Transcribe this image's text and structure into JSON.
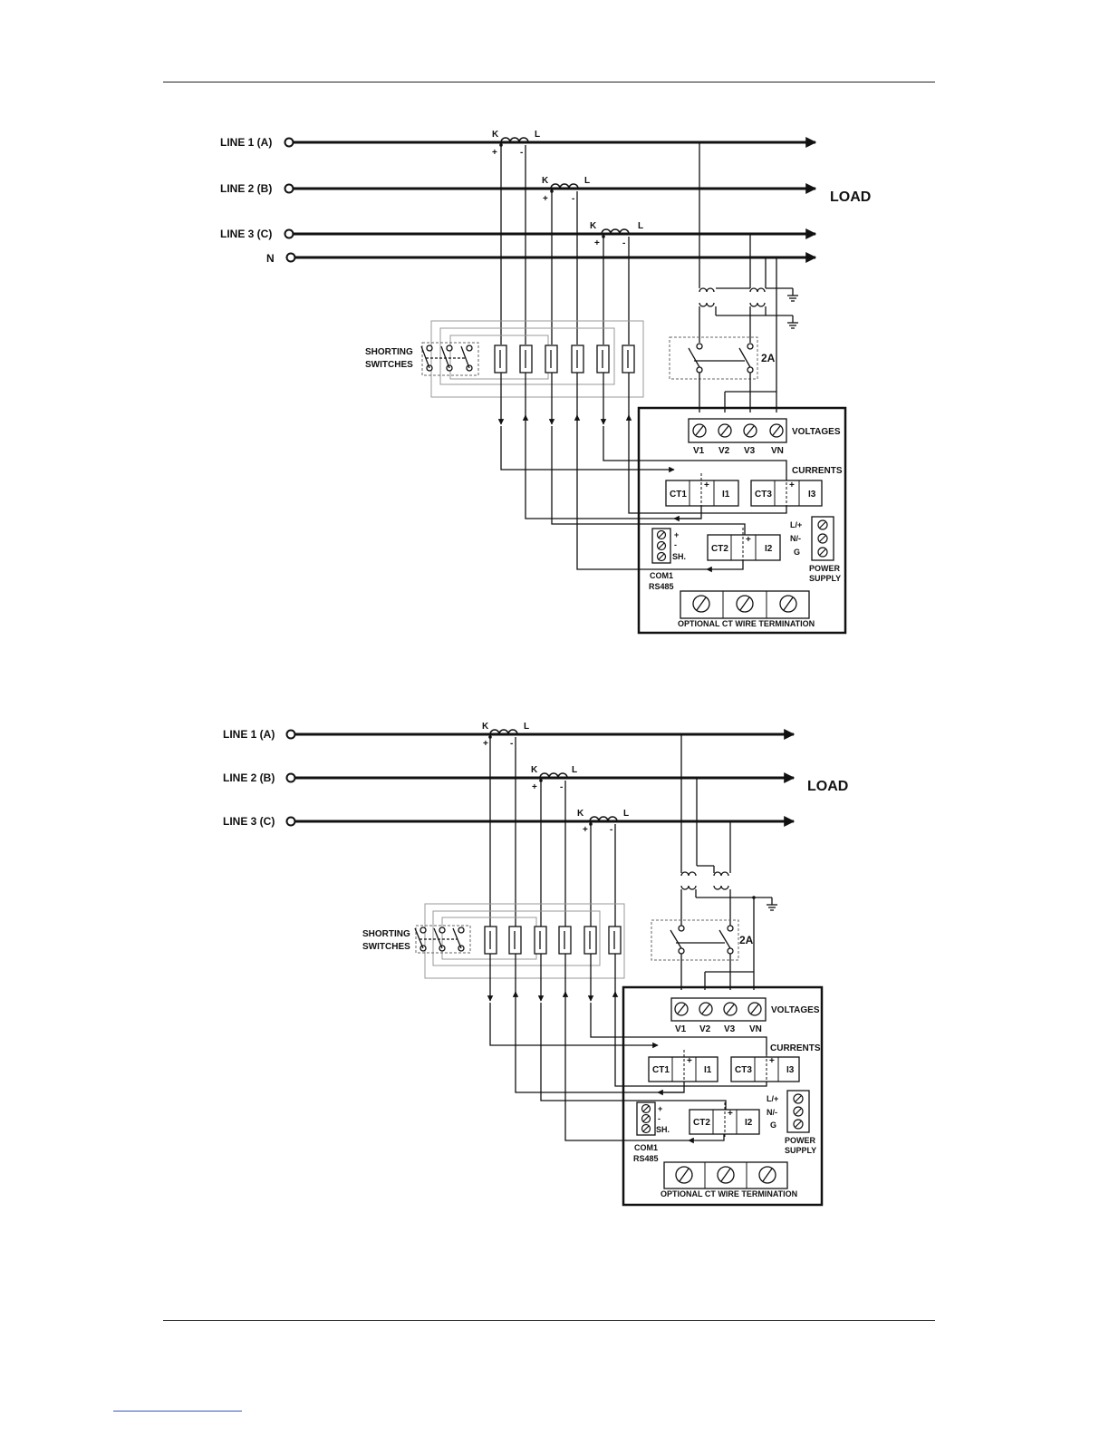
{
  "diagrams": [
    {
      "lines": [
        "LINE 1 (A)",
        "LINE 2 (B)",
        "LINE 3 (C)",
        "N"
      ],
      "load": "LOAD",
      "ct_k": "K",
      "ct_l": "L",
      "plus": "+",
      "minus": "-",
      "shorting_1": "SHORTING",
      "shorting_2": "SWITCHES",
      "fuse": "2A",
      "voltages": "VOLTAGES",
      "v_labels": [
        "V1",
        "V2",
        "V3",
        "VN"
      ],
      "currents": "CURRENTS",
      "ct1": "CT1",
      "i1": "I1",
      "ct2": "CT2",
      "i2": "I2",
      "ct3": "CT3",
      "i3": "I3",
      "com_plus": "+",
      "com_minus": "-",
      "com_sh": "SH.",
      "com1": "COM1",
      "rs485": "RS485",
      "ps_l": "L/+",
      "ps_n": "N/-",
      "ps_g": "G",
      "ps_1": "POWER",
      "ps_2": "SUPPLY",
      "optional": "OPTIONAL CT WIRE TERMINATION"
    },
    {
      "lines": [
        "LINE 1 (A)",
        "LINE 2 (B)",
        "LINE 3 (C)"
      ],
      "load": "LOAD",
      "ct_k": "K",
      "ct_l": "L",
      "plus": "+",
      "minus": "-",
      "shorting_1": "SHORTING",
      "shorting_2": "SWITCHES",
      "fuse": "2A",
      "voltages": "VOLTAGES",
      "v_labels": [
        "V1",
        "V2",
        "V3",
        "VN"
      ],
      "currents": "CURRENTS",
      "ct1": "CT1",
      "i1": "I1",
      "ct2": "CT2",
      "i2": "I2",
      "ct3": "CT3",
      "i3": "I3",
      "com_plus": "+",
      "com_minus": "-",
      "com_sh": "SH.",
      "com1": "COM1",
      "rs485": "RS485",
      "ps_l": "L/+",
      "ps_n": "N/-",
      "ps_g": "G",
      "ps_1": "POWER",
      "ps_2": "SUPPLY",
      "optional": "OPTIONAL CT WIRE TERMINATION"
    }
  ]
}
